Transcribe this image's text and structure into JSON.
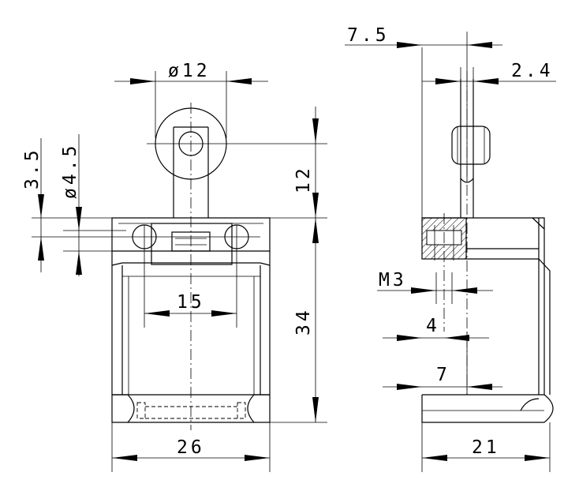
{
  "front_view": {
    "roller_diameter": "ø12",
    "roller_height": "12",
    "body_height": "34",
    "mount_hole_spacing": "15",
    "body_width": "26",
    "hole_offset": "3.5",
    "hole_diameter": "ø4.5"
  },
  "side_view": {
    "roller_width": "7.5",
    "lever_thickness": "2.4",
    "screw": "M3",
    "screw_offset": "4",
    "mount_depth": "7",
    "body_depth": "21"
  }
}
